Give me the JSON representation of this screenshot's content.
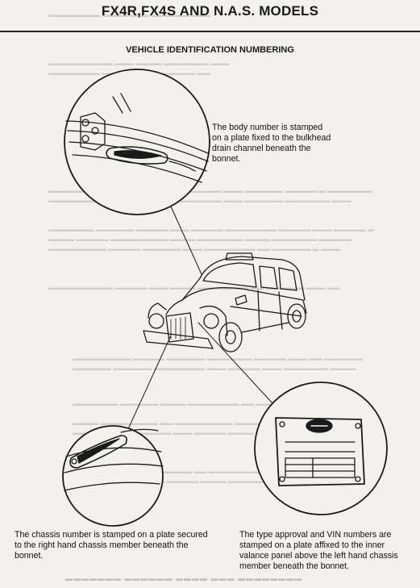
{
  "header": {
    "title": "FX4R,FX4S AND N.A.S. MODELS"
  },
  "section": {
    "subtitle": "VEHICLE IDENTIFICATION NUMBERING"
  },
  "captions": {
    "body_number": "The body number is stamped on a plate fixed to the bulkhead drain channel beneath the bonnet.",
    "chassis_number": "The chassis number is stamped on a plate secured to the right hand chassis member beneath the bonnet.",
    "vin_number": "The type approval and VIN numbers are stamped on a plate affixed to the inner valance panel above the left hand chassis member beneath the bonnet."
  },
  "colors": {
    "ink": "#1a1a1a",
    "paper": "#f3f1ec"
  }
}
